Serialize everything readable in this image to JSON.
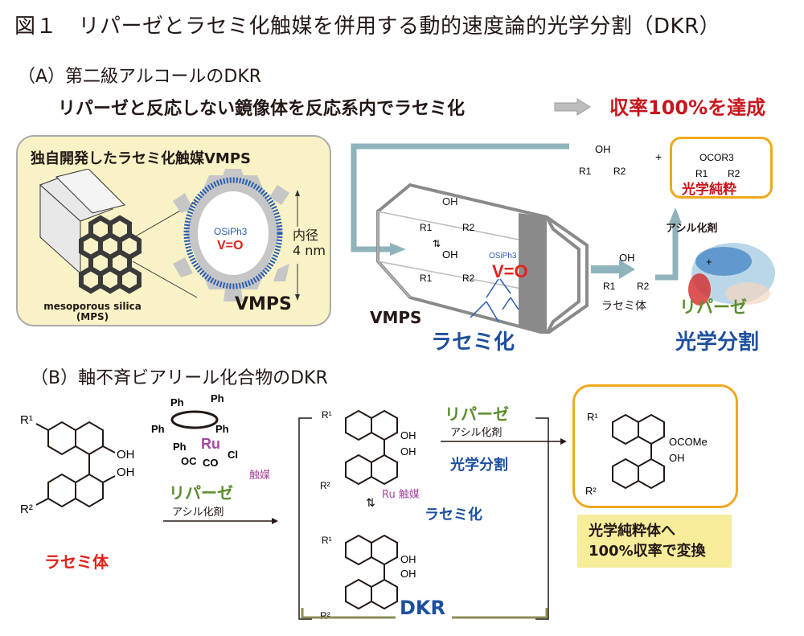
{
  "figure": {
    "title": "図１　リパーゼとラセミ化触媒を併用する動的速度論的光学分割（DKR）"
  },
  "section_a": {
    "heading": "（A）第二級アルコールのDKR",
    "subtitle": "リパーゼと反応しない鏡像体を反応系内でラセミ化",
    "result": "収率100%を達成",
    "catalyst_box": {
      "title": "独自開発したラセミ化触媒VMPS",
      "mps_label_line1": "mesoporous silica",
      "mps_label_line2": "(MPS)",
      "vmps_label": "VMPS",
      "pore_label_line1": "内径",
      "pore_label_line2": "4 nm",
      "pore_atoms": {
        "osiph3": "OSiPh3",
        "vo": "V=O"
      }
    },
    "reactor": {
      "label": "VMPS",
      "step": "ラセミ化",
      "vo": "V=O",
      "osiph3": "OSiPh3",
      "oh": "OH",
      "r1": "R1",
      "r2": "R2"
    },
    "resolution": {
      "racemate_label": "ラセミ体",
      "acyl_agent": "アシル化剤",
      "plus": "+",
      "enzyme": "リパーゼ",
      "step": "光学分割",
      "product_pure": "光学純粋",
      "product_group": "OCOR3",
      "alcohol_group": "OH"
    }
  },
  "section_b": {
    "heading": "（B）軸不斉ビアリール化合物のDKR",
    "substrate_label": "ラセミ体",
    "catalyst": {
      "metal": "Ru",
      "ligands": [
        "Ph",
        "Ph",
        "Ph",
        "Ph",
        "Ph",
        "OC",
        "CO",
        "Cl"
      ],
      "label": "触媒"
    },
    "conditions": {
      "enzyme": "リパーゼ",
      "acyl_agent": "アシル化剤"
    },
    "bracket": {
      "enzyme": "リパーゼ",
      "acyl_agent": "アシル化剤",
      "resolution": "光学分割",
      "ru_catalyst": "Ru 触媒",
      "racemization": "ラセミ化"
    },
    "dkr_label": "DKR",
    "product_group": "OCOMe",
    "hydroxyl": "OH",
    "result_line1": "光学純粋体へ",
    "result_line2": "100%収率で変換"
  },
  "colors": {
    "red": "#c8161d",
    "blue": "#1d4f9e",
    "green": "#5a8e2c",
    "purple": "#a347a0",
    "orange_box": "#f0a81e",
    "teal_arrow": "#8fb3ba",
    "cream_box": "#f8f2c6",
    "yellow_box": "#f6ec9a"
  }
}
